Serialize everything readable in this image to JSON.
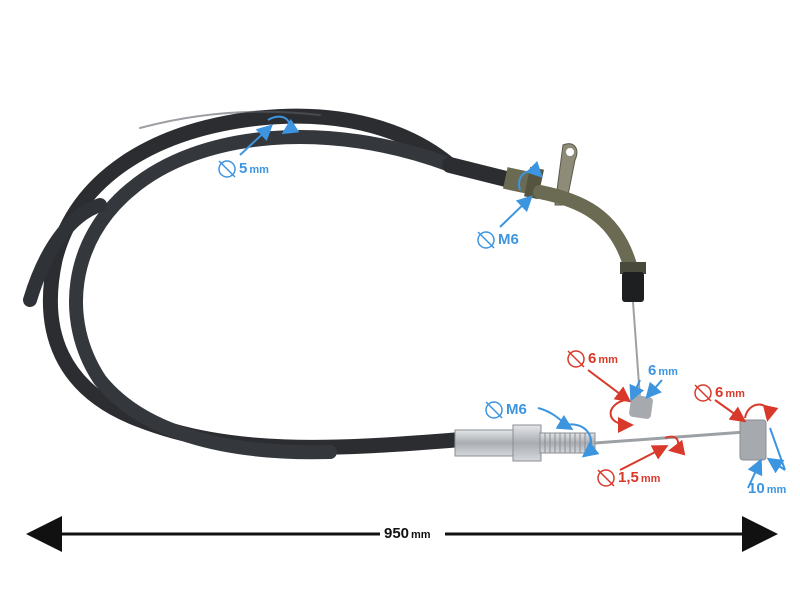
{
  "product": {
    "type": "throttle cable",
    "image_description": "Black throttle cable with olive elbow pipe, M6 adjusters and nipple ends"
  },
  "colors": {
    "blue_annotation": "#3d95e0",
    "red_annotation": "#d8392b",
    "cable": "#2b2d31",
    "elbow": "#6b6a52",
    "metal": "#b9bcc0",
    "dimension_line": "#111111"
  },
  "annotations": [
    {
      "id": "cable-diameter",
      "symbol": "⌀",
      "value": "5",
      "unit": "mm",
      "color": "blue"
    },
    {
      "id": "top-adjuster-thread",
      "symbol": "⌀",
      "value": "M6",
      "unit": "",
      "color": "blue"
    },
    {
      "id": "barrel-nipple-diameter",
      "symbol": "⌀",
      "value": "6",
      "unit": "mm",
      "color": "red"
    },
    {
      "id": "barrel-nipple-length",
      "symbol": "",
      "value": "6",
      "unit": "mm",
      "color": "blue"
    },
    {
      "id": "bottom-adjuster-thread",
      "symbol": "⌀",
      "value": "M6",
      "unit": "",
      "color": "blue"
    },
    {
      "id": "inner-wire-diameter",
      "symbol": "⌀",
      "value": "1,5",
      "unit": "mm",
      "color": "red"
    },
    {
      "id": "end-nipple-diameter",
      "symbol": "⌀",
      "value": "6",
      "unit": "mm",
      "color": "red"
    },
    {
      "id": "end-nipple-length",
      "symbol": "",
      "value": "10",
      "unit": "mm",
      "color": "blue"
    }
  ],
  "total_length": {
    "value": "950",
    "unit": "mm"
  }
}
